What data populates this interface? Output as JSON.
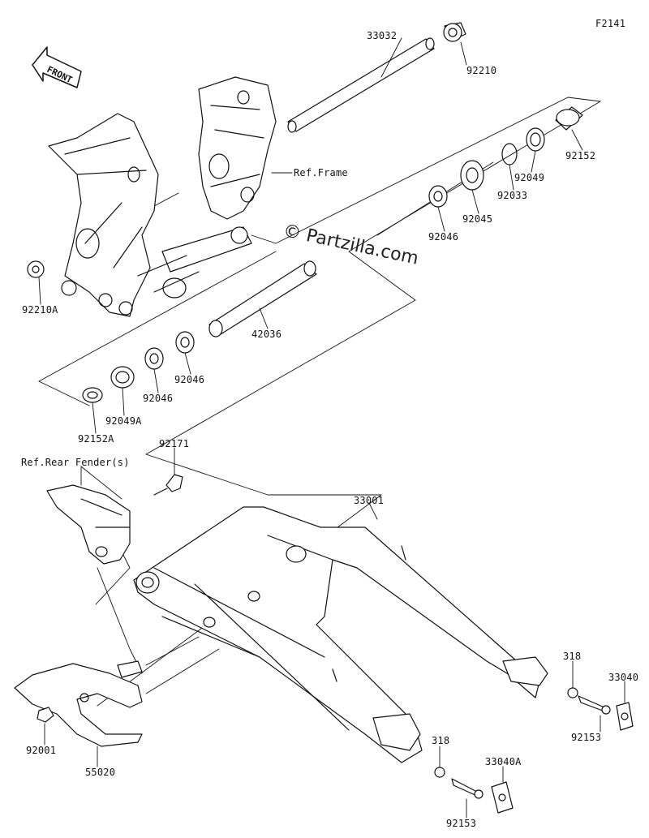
{
  "figure_code": "F2141",
  "front_label": "FRONT",
  "watermark": "© Partzilla.com",
  "refs": {
    "frame": "Ref.Frame",
    "rear_fender": "Ref.Rear Fender(s)"
  },
  "parts": {
    "p33032": "33032",
    "p92210": "92210",
    "p92152": "92152",
    "p92049": "92049",
    "p92033": "92033",
    "p92045": "92045",
    "p92046_top": "92046",
    "p92210A": "92210A",
    "p42036": "42036",
    "p92046_a": "92046",
    "p92046_b": "92046",
    "p92049A": "92049A",
    "p92152A": "92152A",
    "p92171": "92171",
    "p33001": "33001",
    "p318_upper": "318",
    "p33040": "33040",
    "p92153_upper": "92153",
    "p92001": "92001",
    "p55020": "55020",
    "p318_lower": "318",
    "p33040A": "33040A",
    "p92153_lower": "92153"
  }
}
